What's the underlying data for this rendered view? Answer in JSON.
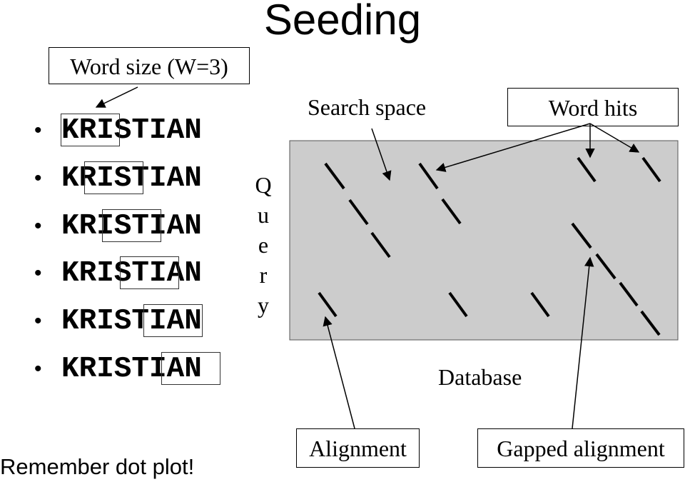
{
  "title": "Seeding",
  "word_size_label": "Word size (W=3)",
  "sequence": {
    "rows": [
      {
        "text": "KRISTIAN",
        "window_start": 0
      },
      {
        "text": "KRISTIAN",
        "window_start": 1
      },
      {
        "text": "KRISTIAN",
        "window_start": 2
      },
      {
        "text": "KRISTIAN",
        "window_start": 3
      },
      {
        "text": "KRISTIAN",
        "window_start": 4
      },
      {
        "text": "KRISTIAN",
        "window_start": 5
      }
    ],
    "bullet": "•"
  },
  "query_label": [
    "Q",
    "u",
    "e",
    "r",
    "y"
  ],
  "search_space_label": "Search space",
  "word_hits_label": "Word hits",
  "database_label": "Database",
  "alignment_label": "Alignment",
  "gapped_alignment_label": "Gapped alignment",
  "footer_note": "Remember dot plot!",
  "colors": {
    "search_space_fill": "#cccccc",
    "stroke": "#000000"
  }
}
